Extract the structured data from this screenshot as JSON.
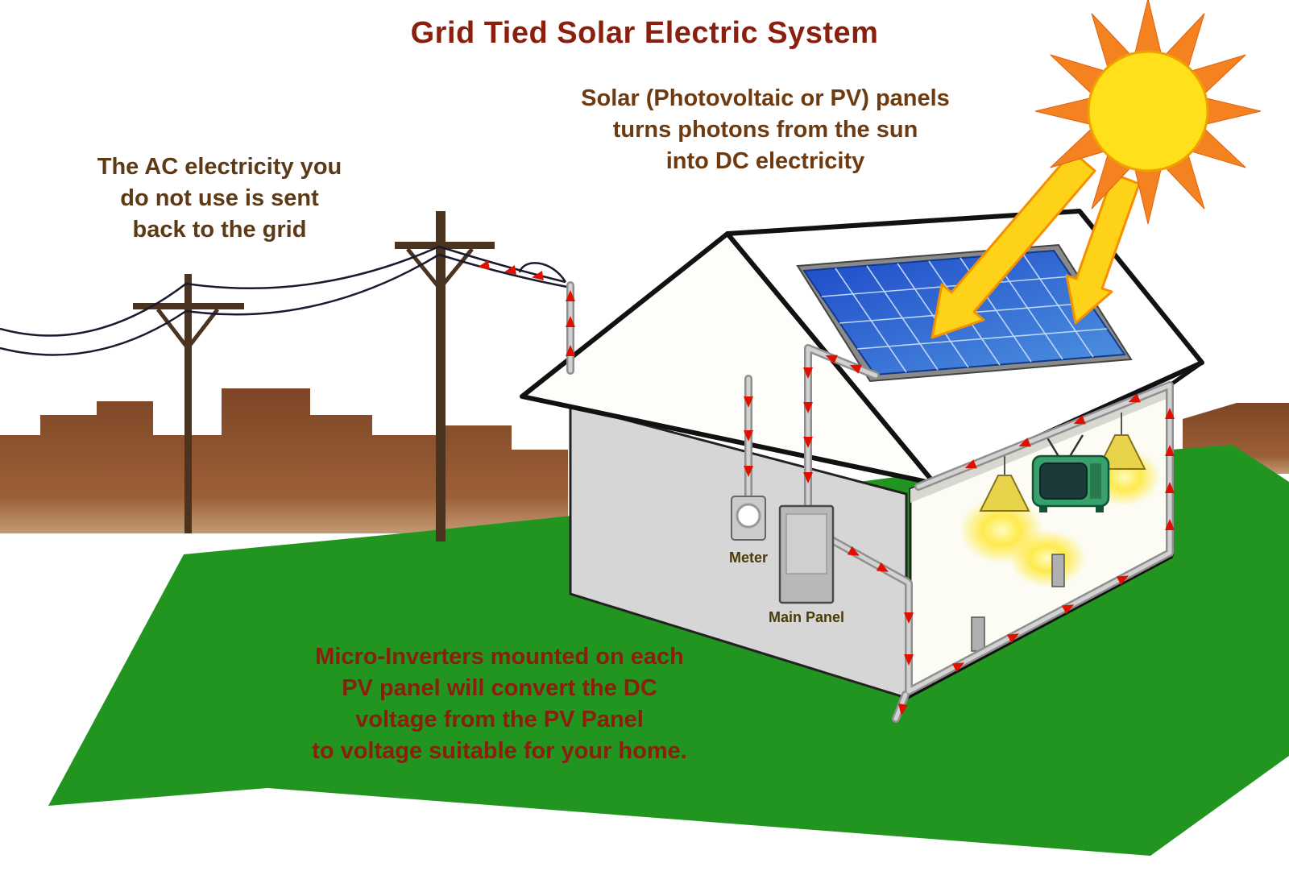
{
  "title": {
    "text": "Grid Tied Solar Electric System"
  },
  "notes": {
    "pv": "Solar (Photovoltaic or PV) panels\nturns photons from the sun\ninto DC electricity",
    "grid_return": "The AC electricity you\ndo not use is sent\nback to the grid",
    "micro_inverter": "Micro-Inverters mounted on each\nPV panel will convert the DC\nvoltage from the PV Panel\nto voltage suitable for your home."
  },
  "labels": {
    "meter": "Meter",
    "main_panel": "Main Panel"
  },
  "colors": {
    "title_text": "#8a1f0e",
    "note_text": "#6e3a10",
    "inverter_note_text": "#8a1f0e",
    "label_text": "#4a3c08",
    "sun_core": "#ffe01a",
    "sun_rays": "#f58220",
    "beam_yellow": "#ffd21a",
    "panel_blue_dark": "#1d49c8",
    "panel_blue_light": "#5aa8e8",
    "grass_green": "#21951f",
    "skyline_brown": "#94542f",
    "flow_arrow_red": "#e01000",
    "pole_brown": "#4a3420",
    "wall_gray": "#d6d6d6",
    "pipe_gray": "#c2c2c2"
  }
}
